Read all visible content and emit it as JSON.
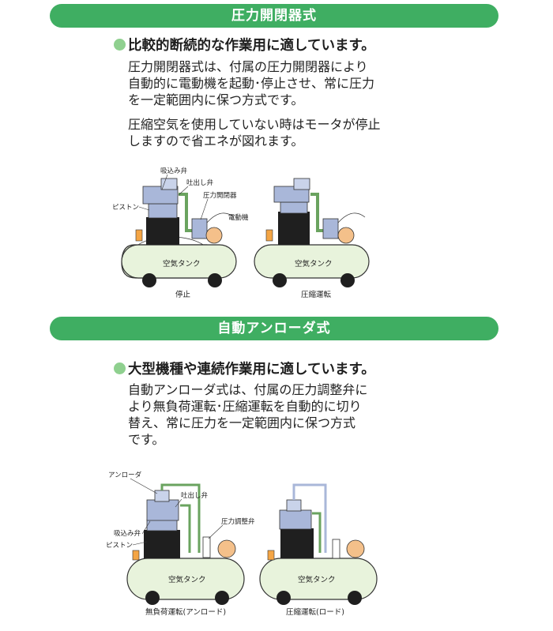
{
  "section1": {
    "title": "圧力開閉器式",
    "lead": "比較的断続的な作業用に適しています。",
    "paragraph1": [
      "圧力開閉器式は、付属の圧力開閉器により",
      "自動的に電動機を起動･停止させ、常に圧力",
      "を一定範囲内に保つ方式です。"
    ],
    "paragraph2": [
      "圧縮空気を使用していない時はモータが停止",
      "しますので省エネが図れます。"
    ],
    "diagram_left": {
      "labels": {
        "intake_valve": "吸込み弁",
        "discharge_valve": "吐出し弁",
        "piston": "ピストン",
        "pressure_switch": "圧力開閉器",
        "motor": "電動機"
      },
      "tank_label": "空気タンク",
      "caption": "停止"
    },
    "diagram_right": {
      "tank_label": "空気タンク",
      "caption": "圧縮運転"
    }
  },
  "section2": {
    "title": "自動アンローダ式",
    "lead": "大型機種や連続作業用に適しています。",
    "paragraph1": [
      "自動アンローダ式は、付属の圧力調整弁に",
      "より無負荷運転･圧縮運転を自動的に切り",
      "替え、常に圧力を一定範囲内に保つ方式",
      "です。"
    ],
    "diagram_left": {
      "labels": {
        "unloader": "アンローダ",
        "discharge_valve": "吐出し弁",
        "pressure_regulator": "圧力調整弁",
        "intake_valve": "吸込み弁",
        "piston": "ピストン"
      },
      "tank_label": "空気タンク",
      "caption": "無負荷運転(アンロード)"
    },
    "diagram_right": {
      "tank_label": "空気タンク",
      "caption": "圧縮運転(ロード)"
    }
  },
  "colors": {
    "banner": "#3fae62",
    "bullet": "#8fd08f",
    "tank_fill": "#e8f3dc",
    "compressor_blue": "#a9b7d9",
    "motor_orange": "#f4c08a",
    "dark": "#1f1f1f"
  }
}
